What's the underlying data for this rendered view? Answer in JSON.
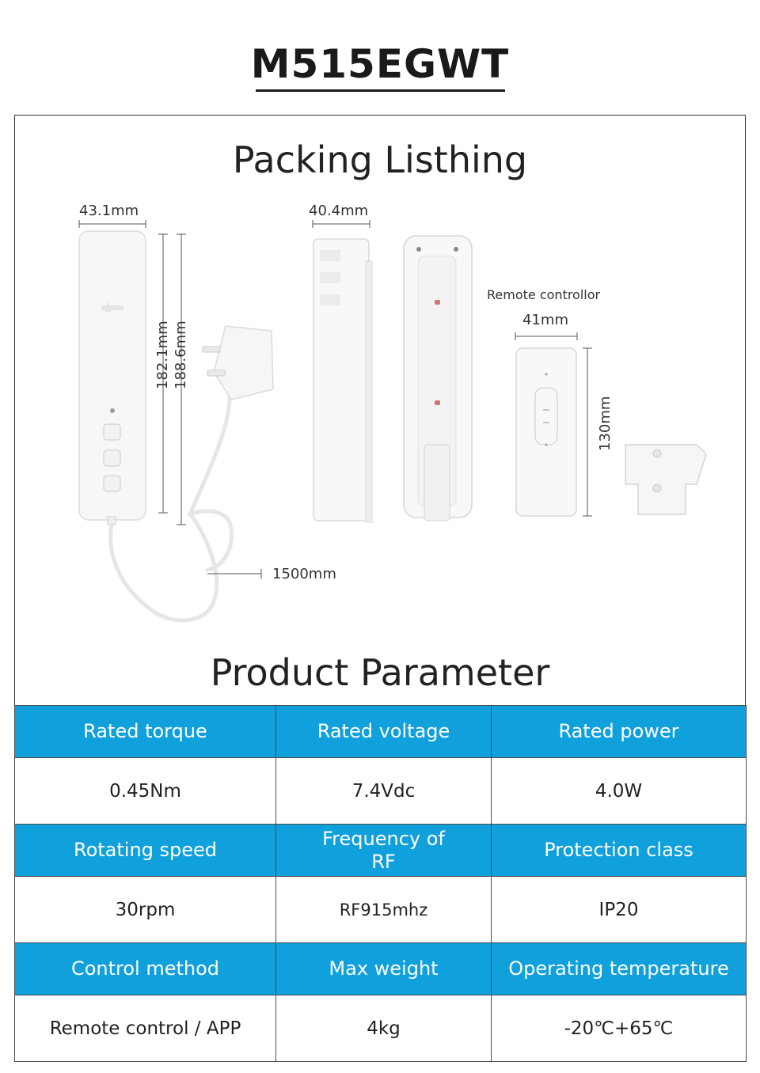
{
  "header": {
    "model": "M515EGWT"
  },
  "packing": {
    "title": "Packing Listhing",
    "dims": {
      "motor_width": "43.1mm",
      "motor_height_1": "182.1mm",
      "motor_height_2": "188.6mm",
      "side_width": "40.4mm",
      "cable_length": "1500mm",
      "remote_label": "Remote controllor",
      "remote_width": "41mm",
      "remote_height": "130mm"
    }
  },
  "parameters": {
    "title": "Product Parameter",
    "rows": [
      {
        "type": "head",
        "cells": [
          "Rated torque",
          "Rated voltage",
          "Rated power"
        ]
      },
      {
        "type": "val",
        "cells": [
          "0.45Nm",
          "7.4Vdc",
          "4.0W"
        ]
      },
      {
        "type": "head",
        "cells": [
          "Rotating speed",
          "Frequency of RF",
          "Protection class"
        ]
      },
      {
        "type": "val",
        "cells": [
          "30rpm",
          "RF915mhz",
          "IP20"
        ]
      },
      {
        "type": "head",
        "cells": [
          "Control method",
          "Max weight",
          "Operating temperature"
        ]
      },
      {
        "type": "val",
        "cells": [
          "Remote control / APP",
          "4kg",
          "-20℃+65℃"
        ]
      }
    ]
  },
  "colors": {
    "header_blue": "#10a0dc",
    "border": "#4a4a4a"
  }
}
